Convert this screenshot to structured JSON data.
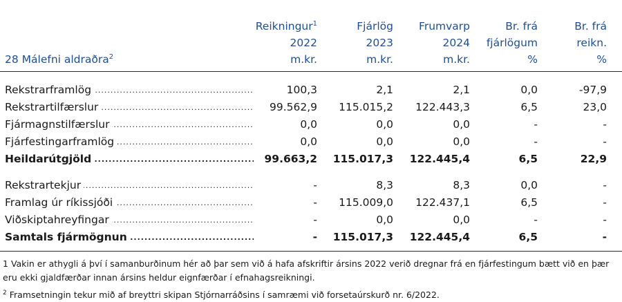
{
  "title": "28 Málefni aldraðra",
  "title_sup": "2",
  "columns": [
    {
      "lines": [
        "Reikningur",
        "2022",
        "m.kr."
      ],
      "sup": "1"
    },
    {
      "lines": [
        "Fjárlög",
        "2023",
        "m.kr."
      ],
      "sup": ""
    },
    {
      "lines": [
        "Frumvarp",
        "2024",
        "m.kr."
      ],
      "sup": ""
    },
    {
      "lines": [
        "Br. frá",
        "fjárlögum",
        "%"
      ],
      "sup": ""
    },
    {
      "lines": [
        "Br. frá",
        "reikn.",
        "%"
      ],
      "sup": ""
    }
  ],
  "rows": [
    {
      "label": "Rekstrarframlög",
      "values": [
        "100,3",
        "2,1",
        "2,1",
        "0,0",
        "-97,9"
      ],
      "bold": false
    },
    {
      "label": "Rekstrartilfærslur",
      "values": [
        "99.562,9",
        "115.015,2",
        "122.443,3",
        "6,5",
        "23,0"
      ],
      "bold": false
    },
    {
      "label": "Fjármagnstilfærslur",
      "values": [
        "0,0",
        "0,0",
        "0,0",
        "-",
        "-"
      ],
      "bold": false
    },
    {
      "label": "Fjárfestingarframlög",
      "values": [
        "0,0",
        "0,0",
        "0,0",
        "-",
        "-"
      ],
      "bold": false
    },
    {
      "label": "Heildarútgjöld",
      "values": [
        "99.663,2",
        "115.017,3",
        "122.445,4",
        "6,5",
        "22,9"
      ],
      "bold": true
    },
    {
      "label": "Rekstrartekjur",
      "values": [
        "-",
        "8,3",
        "8,3",
        "0,0",
        "-"
      ],
      "bold": false
    },
    {
      "label": "Framlag úr ríkissjóði",
      "values": [
        "-",
        "115.009,0",
        "122.437,1",
        "6,5",
        "-"
      ],
      "bold": false
    },
    {
      "label": "Viðskiptahreyfingar",
      "values": [
        "-",
        "0,0",
        "0,0",
        "-",
        "-"
      ],
      "bold": false
    },
    {
      "label": "Samtals fjármögnun",
      "values": [
        "-",
        "115.017,3",
        "122.445,4",
        "6,5",
        "-"
      ],
      "bold": true
    }
  ],
  "footnotes": [
    {
      "mark": "1",
      "text": "Vakin er athygli á því í samanburðinum hér að þar sem við á hafa afskriftir ársins 2022 verið dregnar frá en fjárfestingum bætt við en þær eru ekki gjaldfærðar innan ársins heldur eignfærðar í efnahagsreikningi."
    },
    {
      "mark": "2",
      "text": "Framsetningin tekur mið af breyttri skipan Stjórnarráðsins í samræmi við forsetaúrskurð nr. 6/2022."
    }
  ]
}
